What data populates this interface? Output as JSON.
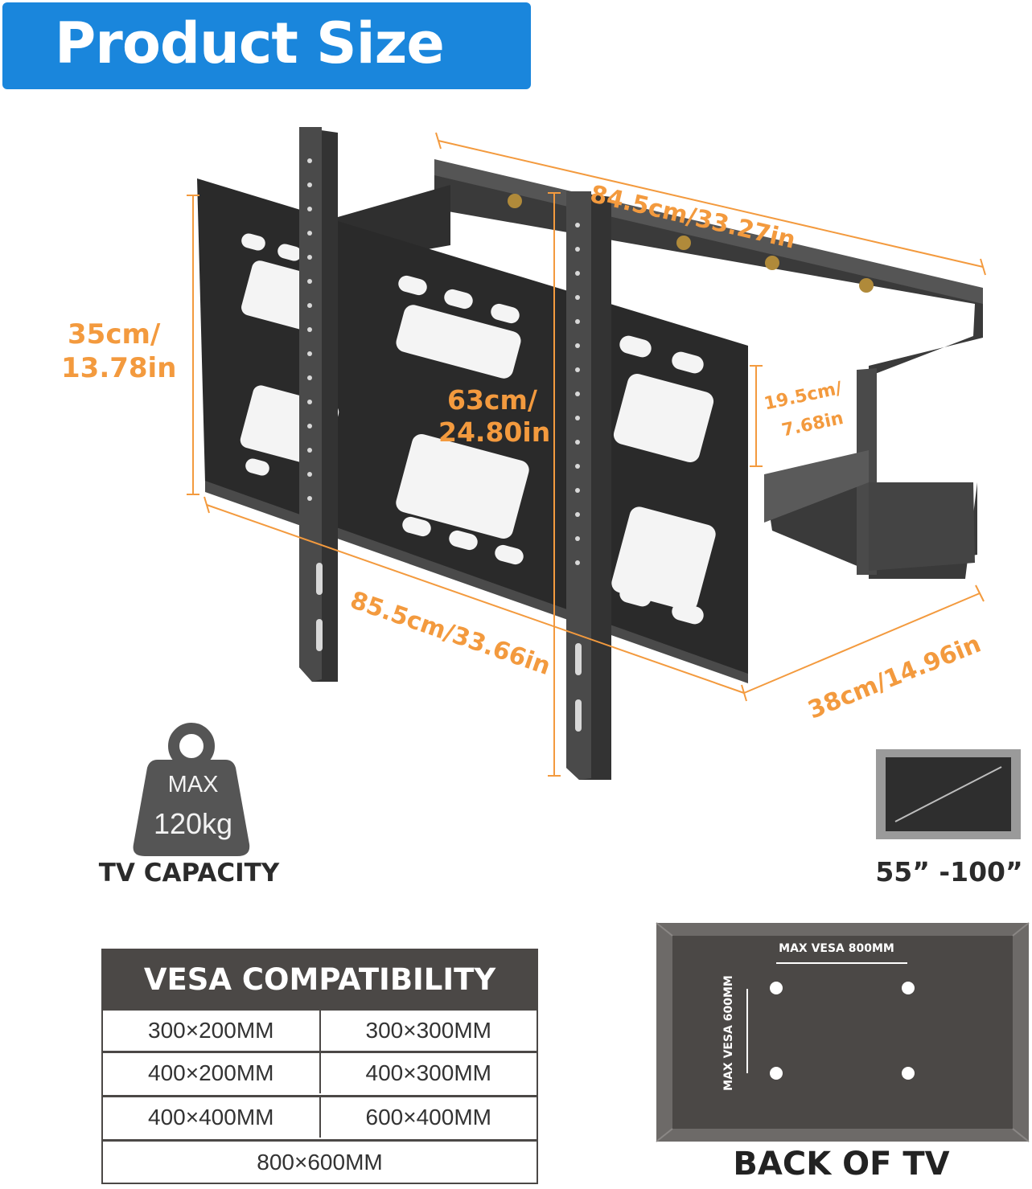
{
  "title": "Product Size",
  "dimensions": {
    "arm_length": "84.5cm/33.27in",
    "plate_height_line1": "35cm/",
    "plate_height_line2": "13.78in",
    "rail_height_line1": "63cm/",
    "rail_height_line2": "24.80in",
    "arm_depth_line1": "19.5cm/",
    "arm_depth_line2": "7.68in",
    "plate_width": "85.5cm/33.66in",
    "wall_plate_depth": "38cm/14.96in"
  },
  "capacity": {
    "max_label": "MAX",
    "weight": "120kg",
    "label": "TV CAPACITY"
  },
  "tv_size": {
    "range": "55”  -100”"
  },
  "vesa_table": {
    "header": "VESA COMPATIBILITY",
    "rows": [
      [
        "300×200MM",
        "300×300MM"
      ],
      [
        "400×200MM",
        "400×300MM"
      ],
      [
        "400×400MM",
        "600×400MM"
      ],
      [
        "800×600MM"
      ]
    ]
  },
  "back_of_tv": {
    "max_width": "MAX VESA 800MM",
    "max_height": "MAX VESA 600MM",
    "label": "BACK OF TV"
  },
  "colors": {
    "banner": "#1a86dc",
    "dimension": "#f39a3e",
    "dark": "#4b4846"
  }
}
